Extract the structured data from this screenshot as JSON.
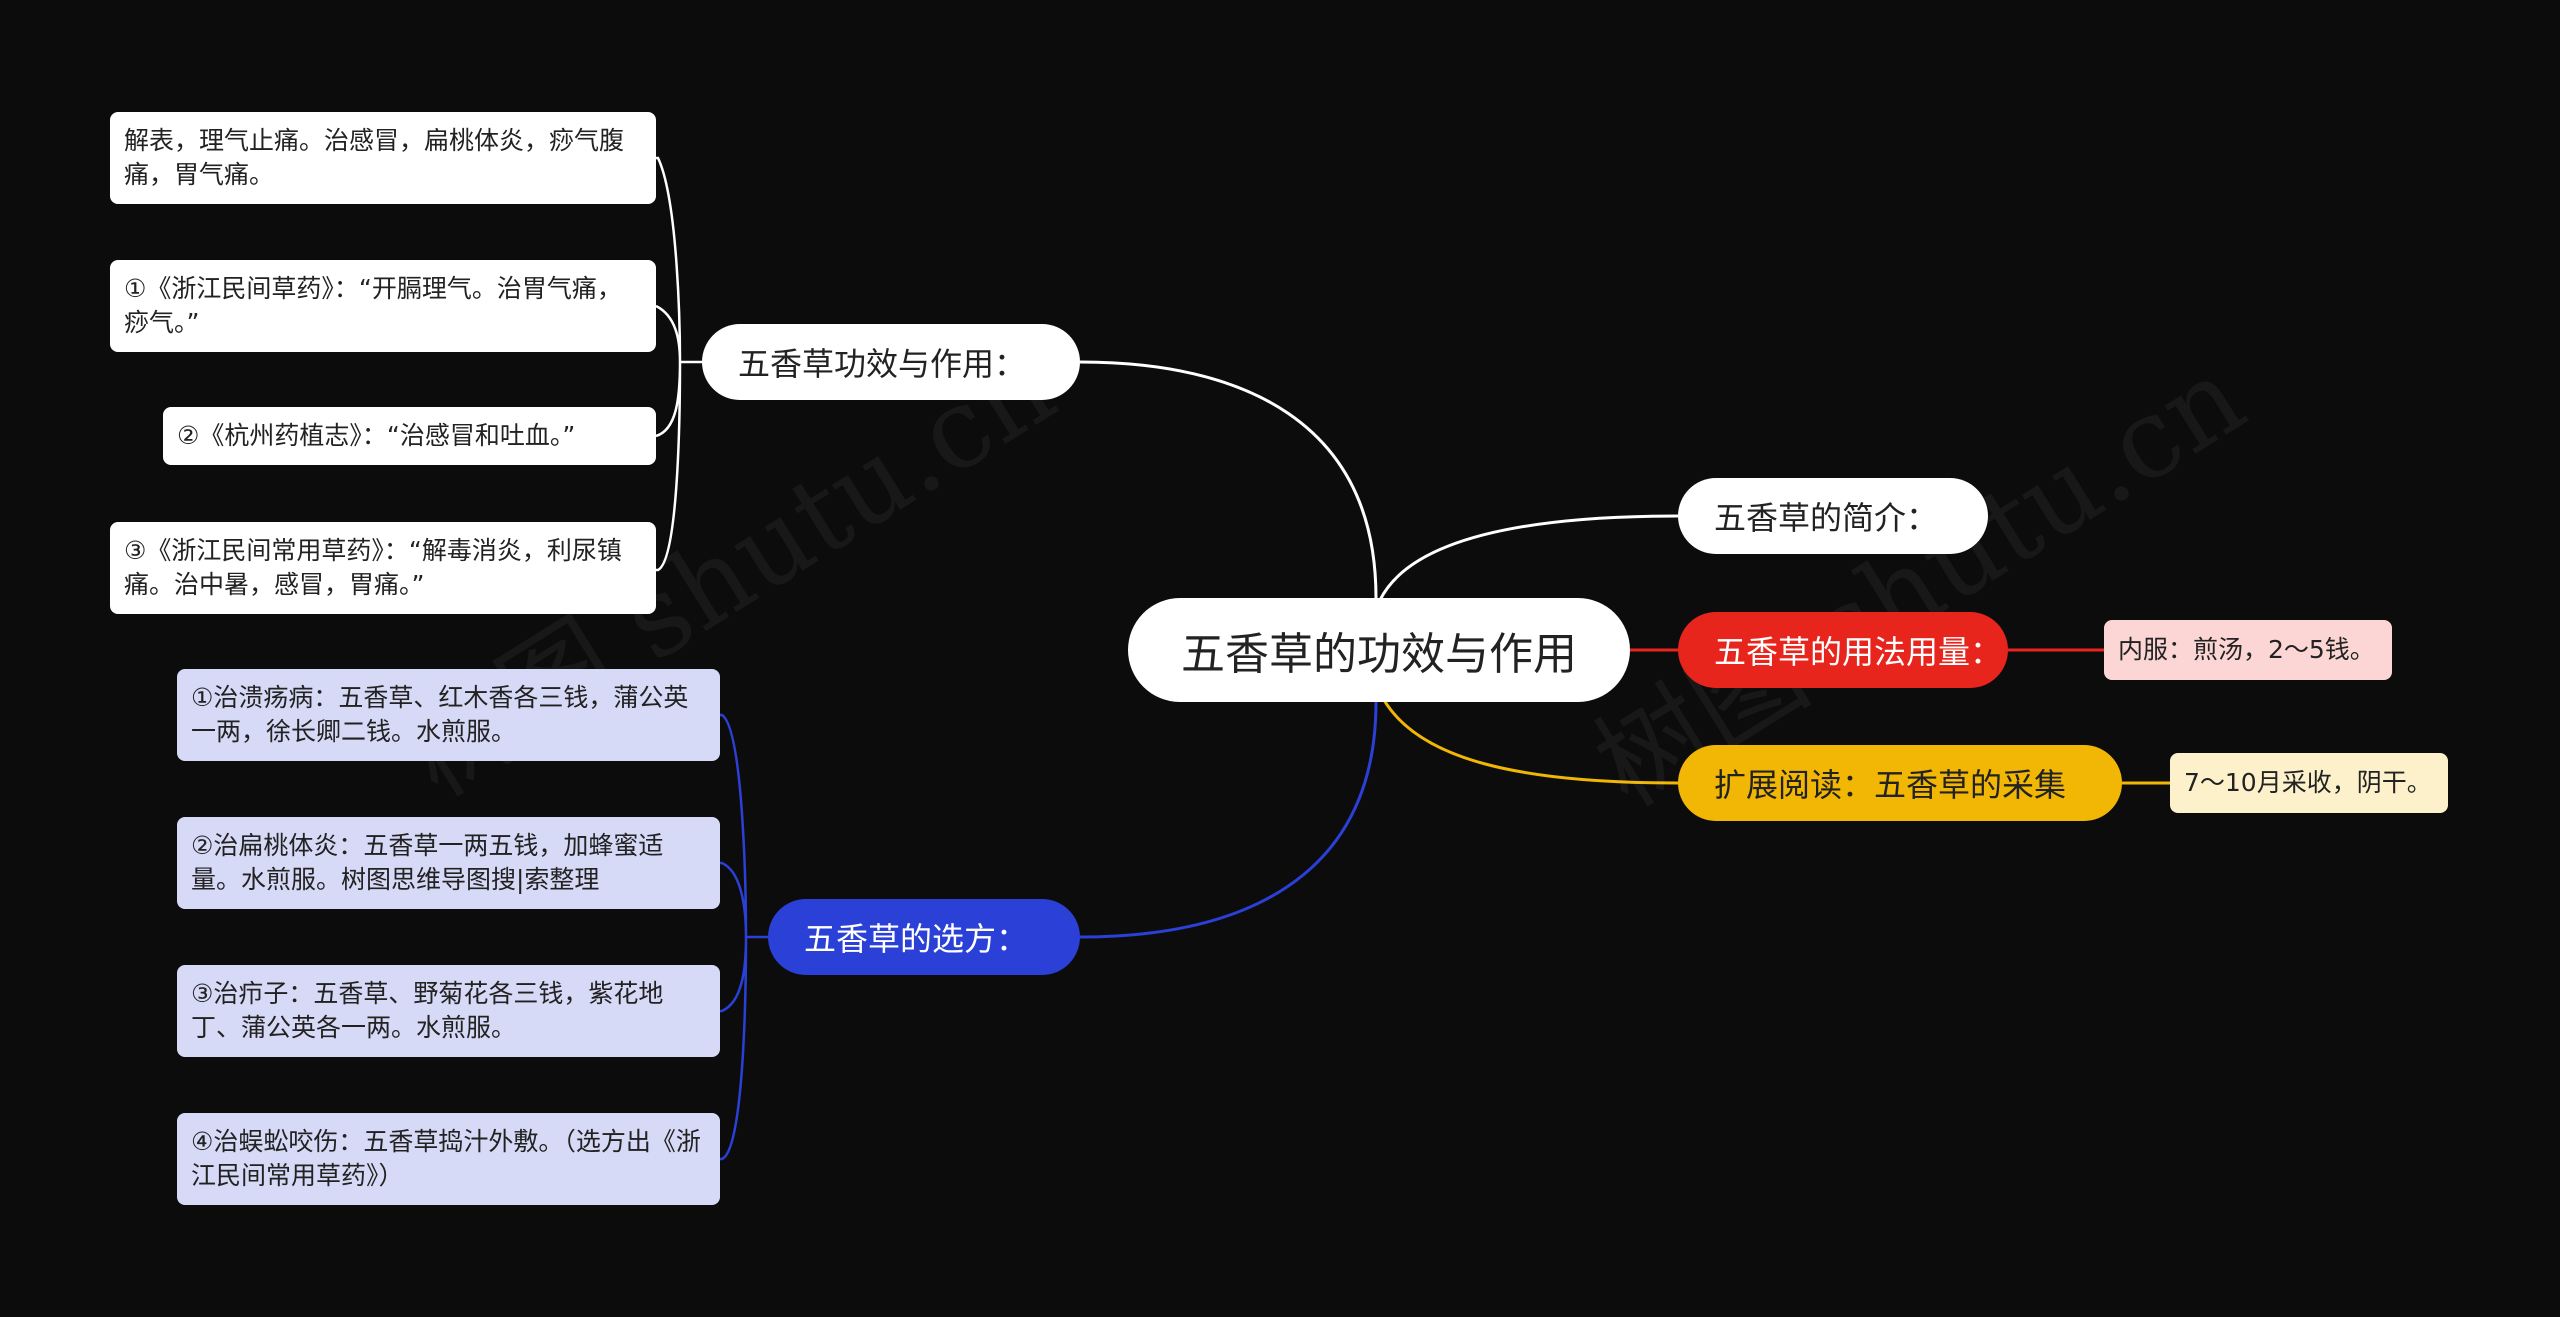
{
  "center": {
    "label": "五香草的功效与作用"
  },
  "branches": {
    "gongxiao": {
      "label": "五香草功效与作用：",
      "color": "#ffffff",
      "items": [
        "解表，理气止痛。治感冒，扁桃体炎，痧气腹痛，胃气痛。",
        "①《浙江民间草药》：“开膈理气。治胃气痛，痧气。”",
        "②《杭州药植志》：“治感冒和吐血。”",
        "③《浙江民间常用草药》：“解毒消炎，利尿镇痛。治中暑，感冒，胃痛。”"
      ]
    },
    "xuanfang": {
      "label": "五香草的选方：",
      "color": "#2a40d6",
      "items": [
        "①治溃疡病：五香草、红木香各三钱，蒲公英一两，徐长卿二钱。水煎服。",
        "②治扁桃体炎：五香草一两五钱，加蜂蜜适量。水煎服。树图思维导图搜|索整理",
        "③治疖子：五香草、野菊花各三钱，紫花地丁、蒲公英各一两。水煎服。",
        "④治蜈蚣咬伤：五香草捣汁外敷。（选方出《浙江民间常用草药》）"
      ]
    },
    "jianjie": {
      "label": "五香草的简介：",
      "color": "#ffffff"
    },
    "yongfa": {
      "label": "五香草的用法用量：",
      "color": "#e8251d",
      "items": [
        "内服：煎汤，2～5钱。"
      ]
    },
    "kuozhan": {
      "label": "扩展阅读：五香草的采集",
      "color": "#f2b705",
      "items": [
        "7～10月采收，阴干。"
      ]
    }
  },
  "watermark": "树图 shutu.cn"
}
